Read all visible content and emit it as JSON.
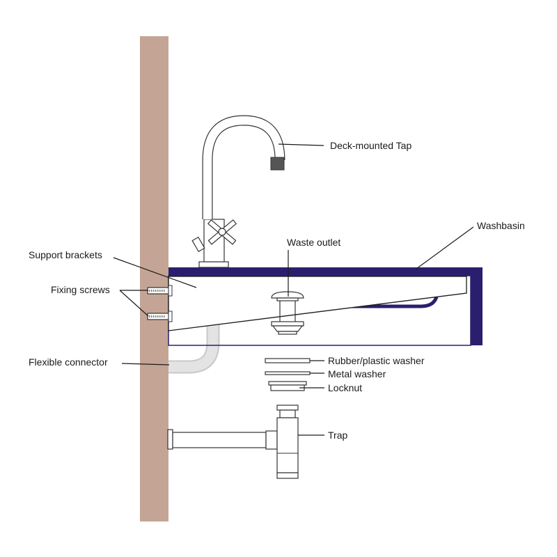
{
  "labels": {
    "tap": "Deck-mounted Tap",
    "washbasin": "Washbasin",
    "waste_outlet": "Waste outlet",
    "support_brackets": "Support brackets",
    "fixing_screws": "Fixing screws",
    "flexible_connector": "Flexible connector",
    "rubber_washer": "Rubber/plastic washer",
    "metal_washer": "Metal washer",
    "locknut": "Locknut",
    "trap": "Trap"
  },
  "colors": {
    "wall": "#c4a595",
    "basin": "#2a1f6e",
    "connector": "#e3e3e3",
    "line": "#1a1a1a",
    "background": "#ffffff"
  }
}
